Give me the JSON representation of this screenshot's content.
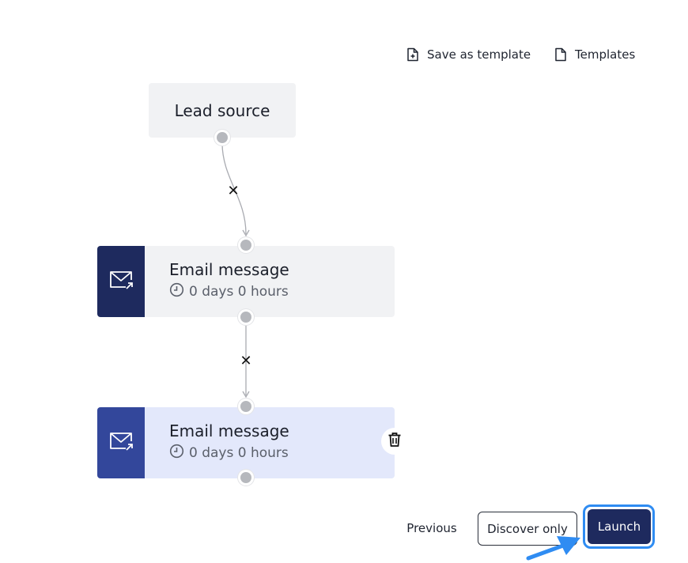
{
  "toolbar": {
    "save_as_template_label": "Save as template",
    "templates_label": "Templates"
  },
  "flow": {
    "lead_source": {
      "title": "Lead source"
    },
    "email_nodes": [
      {
        "title": "Email message",
        "delay": "0 days 0 hours",
        "icon": "mail-send-icon",
        "state": "default"
      },
      {
        "title": "Email message",
        "delay": "0 days 0 hours",
        "icon": "mail-send-icon",
        "state": "selected"
      }
    ],
    "connector_remove_icon": "close-icon"
  },
  "footer": {
    "previous_label": "Previous",
    "discover_only_label": "Discover only",
    "launch_label": "Launch"
  },
  "colors": {
    "node_default_side": "#1e2a5e",
    "node_selected_side": "#33479b",
    "node_selected_bg": "#e3e8fb",
    "highlight": "#2f8cf2"
  }
}
